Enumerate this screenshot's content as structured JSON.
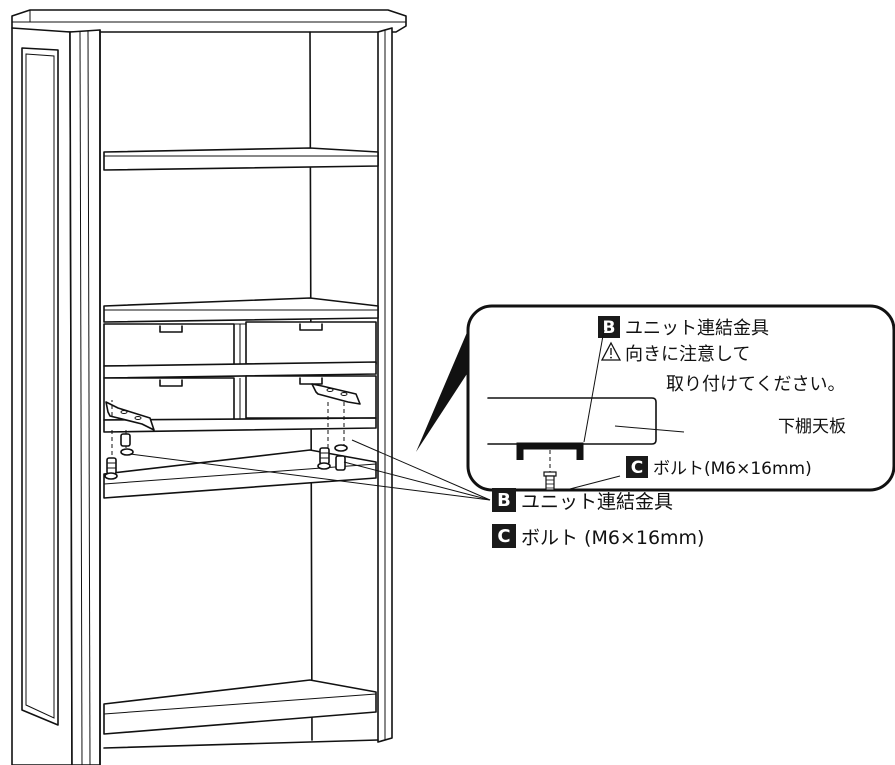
{
  "badges": {
    "b": "B",
    "c": "C"
  },
  "inset": {
    "line1": "ユニット連結金具",
    "warning_icon": "warning-triangle-icon",
    "line2": "向きに注意して",
    "line3": "取り付けてください。",
    "panel_label": "下棚天板",
    "bolt_label": "ボルト(M6×16mm)"
  },
  "callout": {
    "bracket_label": "ユニット連結金具",
    "bolt_label": "ボルト (M6×16mm)"
  },
  "colors": {
    "line": "#111111",
    "badge": "#1a1a1a",
    "background": "#ffffff"
  }
}
